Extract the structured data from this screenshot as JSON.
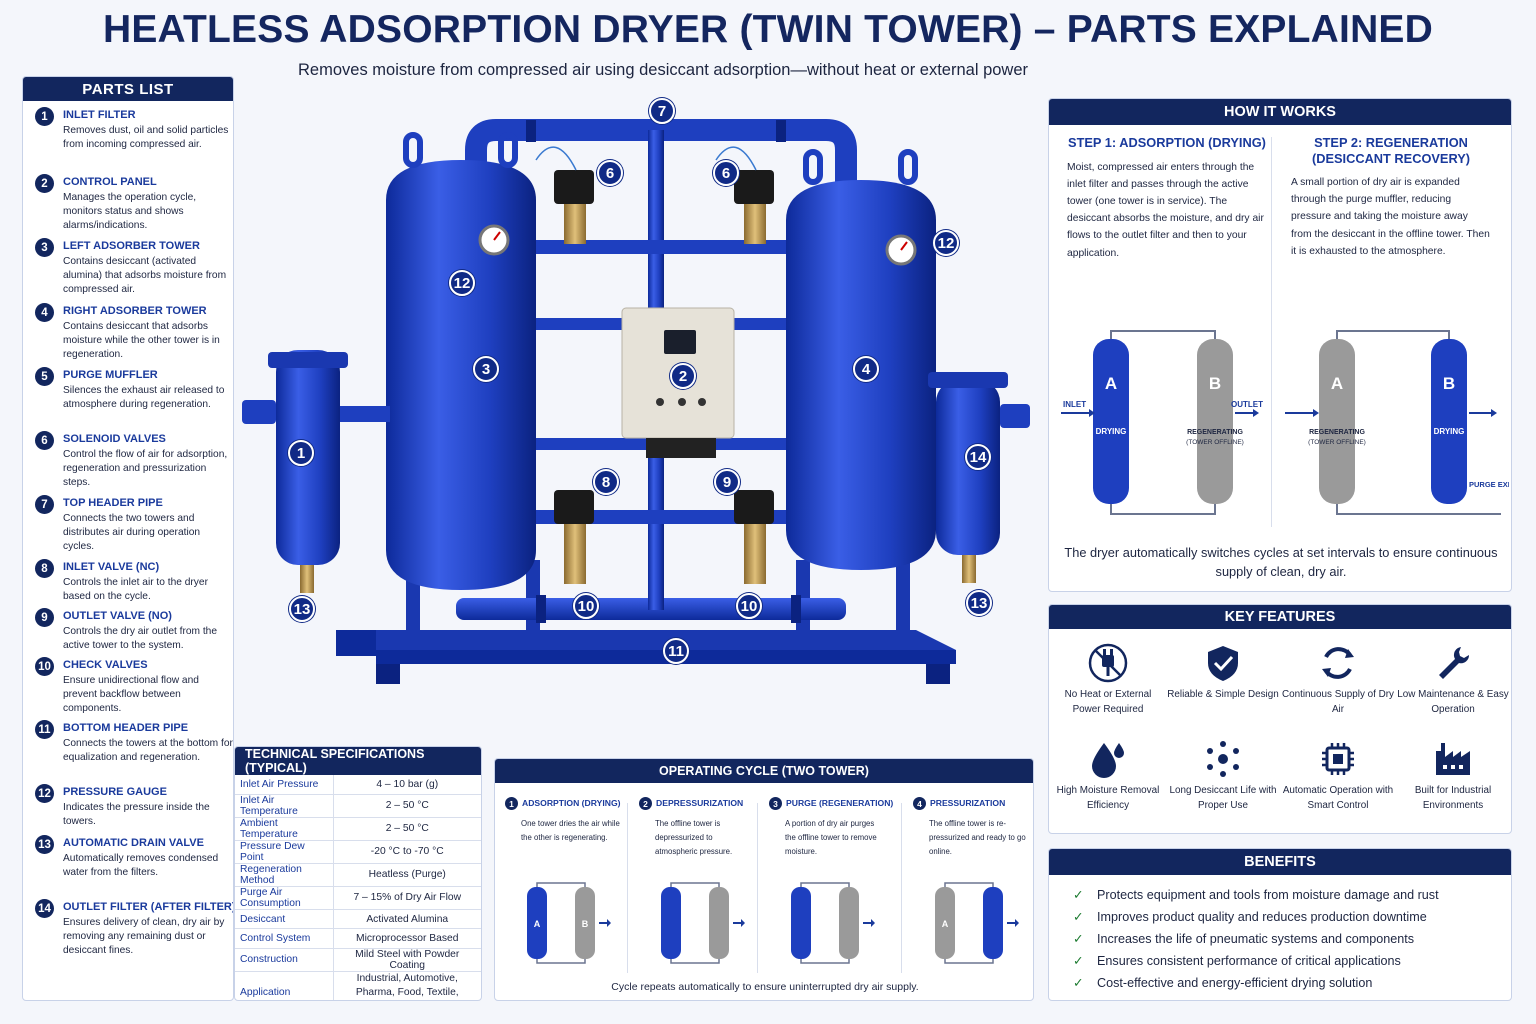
{
  "title": "HEATLESS ADSORPTION DRYER (TWIN TOWER) – PARTS EXPLAINED",
  "subtitle": "Removes moisture from compressed air using desiccant adsorption—without heat or external power",
  "colors": {
    "navy": "#12265e",
    "tower_blue": "#1e3fbf",
    "accent_blue": "#1a3a9c",
    "check_green": "#1a7a2e",
    "offline_gray": "#9a9a9a"
  },
  "parts_list": {
    "header": "PARTS LIST",
    "items": [
      {
        "n": "1",
        "name": "INLET FILTER",
        "desc": "Removes dust, oil and solid particles from incoming compressed air."
      },
      {
        "n": "2",
        "name": "CONTROL PANEL",
        "desc": "Manages the operation cycle, monitors status and shows alarms/indications."
      },
      {
        "n": "3",
        "name": "LEFT ADSORBER TOWER",
        "desc": "Contains desiccant (activated alumina) that adsorbs moisture from compressed air."
      },
      {
        "n": "4",
        "name": "RIGHT ADSORBER TOWER",
        "desc": "Contains desiccant that adsorbs moisture while the other tower is in regeneration."
      },
      {
        "n": "5",
        "name": "PURGE MUFFLER",
        "desc": "Silences the exhaust air released to atmosphere during regeneration."
      },
      {
        "n": "6",
        "name": "SOLENOID VALVES",
        "desc": "Control the flow of air for adsorption, regeneration and pressurization steps."
      },
      {
        "n": "7",
        "name": "TOP HEADER PIPE",
        "desc": "Connects the two towers and distributes air during operation cycles."
      },
      {
        "n": "8",
        "name": "INLET VALVE (NC)",
        "desc": "Controls the inlet air to the dryer based on the cycle."
      },
      {
        "n": "9",
        "name": "OUTLET VALVE (NO)",
        "desc": "Controls the dry air outlet from the active tower to the system."
      },
      {
        "n": "10",
        "name": "CHECK VALVES",
        "desc": "Ensure unidirectional flow and prevent backflow between components."
      },
      {
        "n": "11",
        "name": "BOTTOM HEADER PIPE",
        "desc": "Connects the towers at the bottom for equalization and regeneration."
      },
      {
        "n": "12",
        "name": "PRESSURE GAUGE",
        "desc": "Indicates the pressure inside the towers."
      },
      {
        "n": "13",
        "name": "AUTOMATIC DRAIN VALVE",
        "desc": "Automatically removes condensed water from the filters."
      },
      {
        "n": "14",
        "name": "OUTLET FILTER (AFTER FILTER)",
        "desc": "Ensures delivery of clean, dry air by removing any remaining dust or desiccant fines."
      }
    ]
  },
  "callouts": [
    "1",
    "2",
    "3",
    "4",
    "6",
    "6",
    "7",
    "8",
    "9",
    "10",
    "10",
    "11",
    "12",
    "12",
    "13",
    "13",
    "14"
  ],
  "specs": {
    "header": "TECHNICAL SPECIFICATIONS (TYPICAL)",
    "rows": [
      {
        "k": "Inlet Air Pressure",
        "v": "4 – 10 bar (g)"
      },
      {
        "k": "Inlet Air Temperature",
        "v": "2 – 50 °C"
      },
      {
        "k": "Ambient Temperature",
        "v": "2 – 50 °C"
      },
      {
        "k": "Pressure Dew Point",
        "v": "-20 °C to -70 °C"
      },
      {
        "k": "Regeneration Method",
        "v": "Heatless (Purge)"
      },
      {
        "k": "Purge Air Consumption",
        "v": "7 – 15% of Dry Air Flow"
      },
      {
        "k": "Desiccant",
        "v": "Activated Alumina"
      },
      {
        "k": "Control System",
        "v": "Microprocessor Based"
      },
      {
        "k": "Construction",
        "v": "Mild Steel with Powder Coating"
      },
      {
        "k": "Application",
        "v": "Industrial, Automotive, Pharma, Food, Textile, Electronics, etc."
      }
    ]
  },
  "cycle": {
    "header": "OPERATING CYCLE (TWO TOWER)",
    "steps": [
      {
        "n": "1",
        "title": "ADSORPTION (DRYING)",
        "desc": "One tower dries the air while the other is regenerating.",
        "a": "A",
        "b": "B"
      },
      {
        "n": "2",
        "title": "DEPRESSURIZATION",
        "desc": "The offline tower is depressurized to atmospheric pressure.",
        "a": "",
        "b": ""
      },
      {
        "n": "3",
        "title": "PURGE (REGENERATION)",
        "desc": "A portion of dry air purges the offline tower to remove moisture.",
        "a": "",
        "b": ""
      },
      {
        "n": "4",
        "title": "PRESSURIZATION",
        "desc": "The offline tower is re-pressurized and ready to go online.",
        "a": "A",
        "b": ""
      }
    ],
    "note": "Cycle repeats automatically to ensure uninterrupted dry air supply."
  },
  "how": {
    "header": "HOW IT WORKS",
    "step1": {
      "title": "STEP 1: ADSORPTION (DRYING)",
      "desc": "Moist, compressed air enters through the inlet filter and passes through the active tower (one tower is in service). The desiccant absorbs the moisture, and dry air flows to the outlet filter and then to your application."
    },
    "step2": {
      "title": "STEP 2: REGENERATION (DESICCANT RECOVERY)",
      "desc": "A small portion of dry air is expanded through the purge muffler, reducing pressure and taking the moisture away from the desiccant in the offline tower. Then it is exhausted to the atmosphere."
    },
    "diagram1": {
      "a": "A",
      "b": "B",
      "inlet": "INLET",
      "outlet": "OUTLET",
      "a_state": "DRYING",
      "b_state": "REGENERATING",
      "b_sub": "(TOWER OFFLINE)"
    },
    "diagram2": {
      "a": "A",
      "b": "B",
      "a_state": "REGENERATING",
      "a_sub": "(TOWER OFFLINE)",
      "b_state": "DRYING",
      "exhaust": "PURGE EXHAUST"
    },
    "note": "The dryer automatically switches cycles at set intervals to ensure continuous supply of clean, dry air."
  },
  "features": {
    "header": "KEY FEATURES",
    "items": [
      {
        "icon": "no-plug-icon",
        "label": "No Heat or External Power Required"
      },
      {
        "icon": "shield-check-icon",
        "label": "Reliable & Simple Design"
      },
      {
        "icon": "cycle-arrows-icon",
        "label": "Continuous Supply of Dry Air"
      },
      {
        "icon": "wrench-icon",
        "label": "Low Maintenance & Easy Operation"
      },
      {
        "icon": "water-drop-icon",
        "label": "High Moisture Removal Efficiency"
      },
      {
        "icon": "molecule-icon",
        "label": "Long Desiccant Life with Proper Use"
      },
      {
        "icon": "chip-icon",
        "label": "Automatic Operation with Smart Control"
      },
      {
        "icon": "factory-icon",
        "label": "Built for Industrial Environments"
      }
    ]
  },
  "benefits": {
    "header": "BENEFITS",
    "items": [
      "Protects equipment and tools from moisture damage and rust",
      "Improves product quality and reduces production downtime",
      "Increases the life of pneumatic systems and components",
      "Ensures consistent performance of critical applications",
      "Cost-effective and energy-efficient drying solution"
    ]
  }
}
